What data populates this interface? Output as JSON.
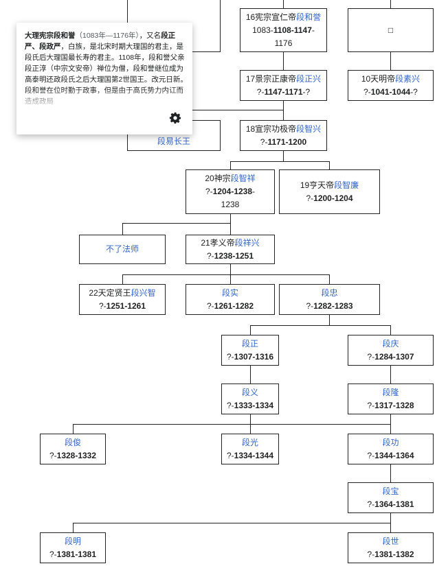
{
  "popup": {
    "name": "大理宪宗段和誉",
    "years": "（1083年—1176年）",
    "after_years": "，又名",
    "alias1": "段正严",
    "sep": "、",
    "alias2": "段政严",
    "body": "，白族，是北宋时期大理国的君主，是段氏后大理国最长寿的君主。1108年，段和誉父亲段正淳（中宗文安帝）禅位为僧，段和誉继位成为高泰明还政段氏之后大理国第2世国王。改元日新。段和誉在位时勤于政事，但是由于高氏势力内讧而造成政局",
    "settings_icon": "gear-icon"
  },
  "behind": {
    "partial_label": "段易长王"
  },
  "nodes": [
    {
      "id": "n16",
      "pre": "16宪宗宣仁帝",
      "name": "段和誉",
      "l1_suffix": "",
      "line2": "1083-1108-1147-",
      "line3": "1176"
    },
    {
      "id": "nX",
      "pre": "",
      "name": "",
      "l1_suffix": "",
      "line2": "□",
      "line3": ""
    },
    {
      "id": "n17",
      "pre": "17景宗正康帝",
      "name": "段正兴",
      "l1_suffix": "",
      "line2": "?-1147-1171-?",
      "line3": ""
    },
    {
      "id": "n10",
      "pre": "10天明帝",
      "name": "段素兴",
      "l1_suffix": "",
      "line2": "?-1041-1044-?",
      "line3": ""
    },
    {
      "id": "n18",
      "pre": "18宣宗功极帝",
      "name": "段智兴",
      "l1_suffix": "",
      "line2": "?-1171-1200",
      "line3": ""
    },
    {
      "id": "n20",
      "pre": "20神宗",
      "name": "段智祥",
      "l1_suffix": "",
      "line2": "?-1204-1238-",
      "line3": "1238"
    },
    {
      "id": "n19",
      "pre": "19亨天帝",
      "name": "段智廉",
      "l1_suffix": "",
      "line2": "?-1200-1204",
      "line3": ""
    },
    {
      "id": "nbl",
      "pre": "",
      "name": "不了法师",
      "l1_suffix": "",
      "line2": "",
      "line3": ""
    },
    {
      "id": "n21",
      "pre": "21孝义帝",
      "name": "段祥兴",
      "l1_suffix": "",
      "line2": "?-1238-1251",
      "line3": ""
    },
    {
      "id": "n22",
      "pre": "22天定贤王",
      "name": "段兴智",
      "l1_suffix": "",
      "line2": "?-1251-1261",
      "line3": ""
    },
    {
      "id": "nds",
      "pre": "",
      "name": "段实",
      "l1_suffix": "",
      "line2": "?-1261-1282",
      "line3": ""
    },
    {
      "id": "ndz",
      "pre": "",
      "name": "段忠",
      "l1_suffix": "",
      "line2": "?-1282-1283",
      "line3": ""
    },
    {
      "id": "ndzh",
      "pre": "",
      "name": "段正",
      "l1_suffix": "",
      "line2": "?-1307-1316",
      "line3": ""
    },
    {
      "id": "ndq",
      "pre": "",
      "name": "段庆",
      "l1_suffix": "",
      "line2": "?-1284-1307",
      "line3": ""
    },
    {
      "id": "ndy",
      "pre": "",
      "name": "段义",
      "l1_suffix": "",
      "line2": "?-1333-1334",
      "line3": ""
    },
    {
      "id": "ndl",
      "pre": "",
      "name": "段隆",
      "l1_suffix": "",
      "line2": "?-1317-1328",
      "line3": ""
    },
    {
      "id": "ndj",
      "pre": "",
      "name": "段俊",
      "l1_suffix": "",
      "line2": "?-1328-1332",
      "line3": ""
    },
    {
      "id": "ndg",
      "pre": "",
      "name": "段光",
      "l1_suffix": "",
      "line2": "?-1334-1344",
      "line3": ""
    },
    {
      "id": "ndgo",
      "pre": "",
      "name": "段功",
      "l1_suffix": "",
      "line2": "?-1344-1364",
      "line3": ""
    },
    {
      "id": "ndb",
      "pre": "",
      "name": "段宝",
      "l1_suffix": "",
      "line2": "?-1364-1381",
      "line3": ""
    },
    {
      "id": "ndm",
      "pre": "",
      "name": "段明",
      "l1_suffix": "",
      "line2": "?-1381-1381",
      "line3": ""
    },
    {
      "id": "ndsh",
      "pre": "",
      "name": "段世",
      "l1_suffix": "",
      "line2": "?-1381-1382",
      "line3": ""
    }
  ]
}
